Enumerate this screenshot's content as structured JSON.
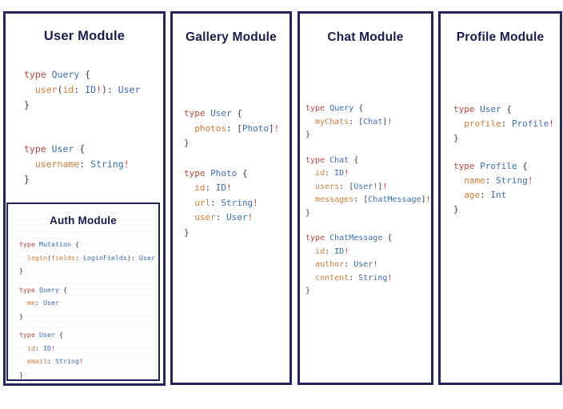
{
  "colors": {
    "border_navy": "#23245c",
    "title_navy": "#1b1c4e",
    "keyword_red": "#b4493f",
    "type_blue": "#3a6db3",
    "field_orange": "#cc7c36",
    "bang_red": "#c13d35",
    "punctuation_gray": "#3f3f44",
    "background": "#ffffff"
  },
  "panels": [
    {
      "title": "User Module",
      "blocks": [
        [
          [
            [
              "k",
              "type "
            ],
            [
              "t",
              "Query"
            ],
            [
              "p",
              " {"
            ]
          ],
          [
            [
              "p",
              "  "
            ],
            [
              "f",
              "user"
            ],
            [
              "p",
              "("
            ],
            [
              "f",
              "id"
            ],
            [
              "p",
              ": "
            ],
            [
              "t",
              "ID"
            ],
            [
              "b",
              "!"
            ],
            [
              "p",
              "): "
            ],
            [
              "t",
              "User"
            ]
          ],
          [
            [
              "p",
              "}"
            ]
          ]
        ],
        [
          [
            [
              "k",
              "type "
            ],
            [
              "t",
              "User"
            ],
            [
              "p",
              " {"
            ]
          ],
          [
            [
              "p",
              "  "
            ],
            [
              "f",
              "username"
            ],
            [
              "p",
              ": "
            ],
            [
              "t",
              "String"
            ],
            [
              "b",
              "!"
            ]
          ],
          [
            [
              "p",
              "}"
            ]
          ]
        ]
      ],
      "auth": {
        "title": "Auth Module",
        "blocks": [
          [
            [
              [
                "k",
                "type "
              ],
              [
                "t",
                "Mutation"
              ],
              [
                "p",
                " {"
              ]
            ],
            [
              [
                "p",
                "  "
              ],
              [
                "f",
                "login"
              ],
              [
                "p",
                "("
              ],
              [
                "f",
                "fields"
              ],
              [
                "p",
                ": "
              ],
              [
                "t",
                "LoginFields"
              ],
              [
                "p",
                "): "
              ],
              [
                "t",
                "User"
              ]
            ],
            [
              [
                "p",
                "}"
              ]
            ]
          ],
          [
            [
              [
                "k",
                "type "
              ],
              [
                "t",
                "Query"
              ],
              [
                "p",
                " {"
              ]
            ],
            [
              [
                "p",
                "  "
              ],
              [
                "f",
                "me"
              ],
              [
                "p",
                ": "
              ],
              [
                "t",
                "User"
              ]
            ],
            [
              [
                "p",
                "}"
              ]
            ]
          ],
          [
            [
              [
                "k",
                "type "
              ],
              [
                "t",
                "User"
              ],
              [
                "p",
                " {"
              ]
            ],
            [
              [
                "p",
                "  "
              ],
              [
                "f",
                "id"
              ],
              [
                "p",
                ": "
              ],
              [
                "t",
                "ID"
              ],
              [
                "b",
                "!"
              ]
            ],
            [
              [
                "p",
                "  "
              ],
              [
                "f",
                "email"
              ],
              [
                "p",
                ": "
              ],
              [
                "t",
                "String"
              ],
              [
                "b",
                "!"
              ]
            ],
            [
              [
                "p",
                "}"
              ]
            ]
          ]
        ]
      }
    },
    {
      "title": "Gallery Module",
      "blocks": [
        [
          [
            [
              "k",
              "type "
            ],
            [
              "t",
              "User"
            ],
            [
              "p",
              " {"
            ]
          ],
          [
            [
              "p",
              "  "
            ],
            [
              "f",
              "photos"
            ],
            [
              "p",
              ": ["
            ],
            [
              "t",
              "Photo"
            ],
            [
              "p",
              "]"
            ],
            [
              "b",
              "!"
            ]
          ],
          [
            [
              "p",
              "}"
            ]
          ]
        ],
        [
          [
            [
              "k",
              "type "
            ],
            [
              "t",
              "Photo"
            ],
            [
              "p",
              " {"
            ]
          ],
          [
            [
              "p",
              "  "
            ],
            [
              "f",
              "id"
            ],
            [
              "p",
              ": "
            ],
            [
              "t",
              "ID"
            ],
            [
              "b",
              "!"
            ]
          ],
          [
            [
              "p",
              "  "
            ],
            [
              "f",
              "url"
            ],
            [
              "p",
              ": "
            ],
            [
              "t",
              "String"
            ],
            [
              "b",
              "!"
            ]
          ],
          [
            [
              "p",
              "  "
            ],
            [
              "f",
              "user"
            ],
            [
              "p",
              ": "
            ],
            [
              "t",
              "User"
            ],
            [
              "b",
              "!"
            ]
          ],
          [
            [
              "p",
              "}"
            ]
          ]
        ]
      ]
    },
    {
      "title": "Chat Module",
      "blocks": [
        [
          [
            [
              "k",
              "type "
            ],
            [
              "t",
              "Query"
            ],
            [
              "p",
              " {"
            ]
          ],
          [
            [
              "p",
              "  "
            ],
            [
              "f",
              "myChats"
            ],
            [
              "p",
              ": ["
            ],
            [
              "t",
              "Chat"
            ],
            [
              "p",
              "]"
            ],
            [
              "b",
              "!"
            ]
          ],
          [
            [
              "p",
              "}"
            ]
          ]
        ],
        [
          [
            [
              "k",
              "type "
            ],
            [
              "t",
              "Chat"
            ],
            [
              "p",
              " {"
            ]
          ],
          [
            [
              "p",
              "  "
            ],
            [
              "f",
              "id"
            ],
            [
              "p",
              ": "
            ],
            [
              "t",
              "ID"
            ],
            [
              "b",
              "!"
            ]
          ],
          [
            [
              "p",
              "  "
            ],
            [
              "f",
              "users"
            ],
            [
              "p",
              ": ["
            ],
            [
              "t",
              "User"
            ],
            [
              "b",
              "!"
            ],
            [
              "p",
              "]"
            ],
            [
              "b",
              "!"
            ]
          ],
          [
            [
              "p",
              "  "
            ],
            [
              "f",
              "messages"
            ],
            [
              "p",
              ": ["
            ],
            [
              "t",
              "ChatMessage"
            ],
            [
              "p",
              "]"
            ],
            [
              "b",
              "!"
            ]
          ],
          [
            [
              "p",
              "}"
            ]
          ]
        ],
        [
          [
            [
              "k",
              "type "
            ],
            [
              "t",
              "ChatMessage"
            ],
            [
              "p",
              " {"
            ]
          ],
          [
            [
              "p",
              "  "
            ],
            [
              "f",
              "id"
            ],
            [
              "p",
              ": "
            ],
            [
              "t",
              "ID"
            ],
            [
              "b",
              "!"
            ]
          ],
          [
            [
              "p",
              "  "
            ],
            [
              "f",
              "author"
            ],
            [
              "p",
              ": "
            ],
            [
              "t",
              "User"
            ],
            [
              "b",
              "!"
            ]
          ],
          [
            [
              "p",
              "  "
            ],
            [
              "f",
              "content"
            ],
            [
              "p",
              ": "
            ],
            [
              "t",
              "String"
            ],
            [
              "b",
              "!"
            ]
          ],
          [
            [
              "p",
              "}"
            ]
          ]
        ]
      ]
    },
    {
      "title": "Profile Module",
      "blocks": [
        [
          [
            [
              "k",
              "type "
            ],
            [
              "t",
              "User"
            ],
            [
              "p",
              " {"
            ]
          ],
          [
            [
              "p",
              "  "
            ],
            [
              "f",
              "profile"
            ],
            [
              "p",
              ": "
            ],
            [
              "t",
              "Profile"
            ],
            [
              "b",
              "!"
            ]
          ],
          [
            [
              "p",
              "}"
            ]
          ]
        ],
        [
          [
            [
              "k",
              "type "
            ],
            [
              "t",
              "Profile"
            ],
            [
              "p",
              " {"
            ]
          ],
          [
            [
              "p",
              "  "
            ],
            [
              "f",
              "name"
            ],
            [
              "p",
              ": "
            ],
            [
              "t",
              "String"
            ],
            [
              "b",
              "!"
            ]
          ],
          [
            [
              "p",
              "  "
            ],
            [
              "f",
              "age"
            ],
            [
              "p",
              ": "
            ],
            [
              "t",
              "Int"
            ]
          ],
          [
            [
              "p",
              "}"
            ]
          ]
        ]
      ]
    }
  ]
}
